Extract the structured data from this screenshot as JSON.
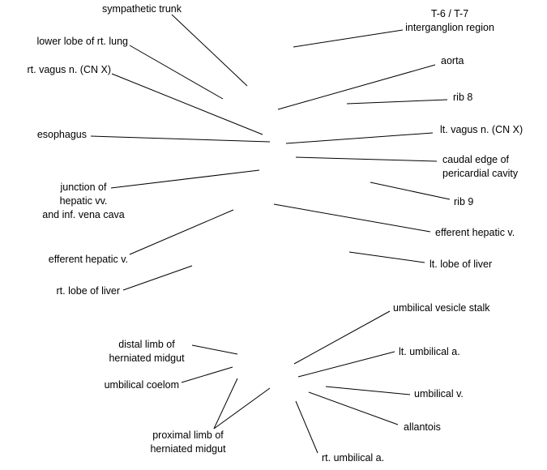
{
  "labels": {
    "sympathetic_trunk": "sympathetic trunk",
    "lower_lobe_rt_lung": "lower lobe of rt. lung",
    "rt_vagus": "rt. vagus n. (CN X)",
    "esophagus": "esophagus",
    "junction_hepatic": [
      "junction of",
      "hepatic vv.",
      "and inf. vena cava"
    ],
    "efferent_hepatic_left": "efferent hepatic v.",
    "rt_lobe_liver": "rt. lobe of liver",
    "t6_t7": [
      "T-6 / T-7",
      "interganglion region"
    ],
    "aorta": "aorta",
    "rib8": "rib 8",
    "lt_vagus": "lt. vagus n. (CN X)",
    "caudal_edge": [
      "caudal edge of",
      "pericardial cavity"
    ],
    "rib9": "rib 9",
    "efferent_hepatic_right": "efferent hepatic v.",
    "lt_lobe_liver": "lt. lobe of liver",
    "umbilical_vesicle_stalk": "umbilical vesicle stalk",
    "lt_umbilical_a": "lt. umbilical a.",
    "umbilical_v": "umbilical v.",
    "allantois": "allantois",
    "rt_umbilical_a": "rt. umbilical a.",
    "distal_limb": [
      "distal limb of",
      "herniated midgut"
    ],
    "umbilical_coelom": "umbilical coelom",
    "proximal_limb": [
      "proximal limb of",
      "herniated midgut"
    ]
  }
}
